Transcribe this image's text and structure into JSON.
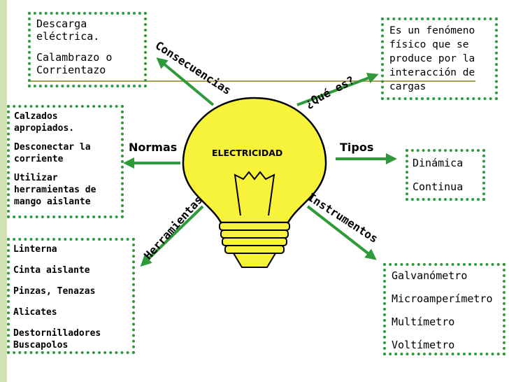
{
  "center_label": "ELECTRICIDAD",
  "branches": {
    "consecuencias": "Consecuencias",
    "que_es": "¿Qué es?",
    "normas": "Normas",
    "tipos": "Tipos",
    "herramientas": "Herramientas",
    "instrumentos": "Instrumentos"
  },
  "boxes": {
    "consecuencias": [
      "Descarga eléctrica.",
      "Calambrazo o Corrientazo"
    ],
    "que_es": [
      "Es un fenómeno físico que se produce por la interacción de cargas"
    ],
    "normas": [
      "Calzados apropiados.",
      "Desconectar la corriente",
      "Utilizar herramientas de mango aislante"
    ],
    "tipos": [
      "Dinámica",
      "Continua"
    ],
    "herramientas": [
      "Linterna",
      "Cinta aislante",
      "Pinzas, Tenazas",
      "Alicates",
      "Destornilladores",
      "Buscapolos"
    ],
    "instrumentos": [
      "Galvanómetro",
      "Microamperímetro",
      "Multímetro",
      "Voltímetro"
    ]
  },
  "colors": {
    "arrow": "#2e9a3a",
    "border": "#2e9a3a",
    "bulb": "#f7f23a",
    "divider": "#a8a055",
    "left_strip": "#cfe2b6"
  }
}
